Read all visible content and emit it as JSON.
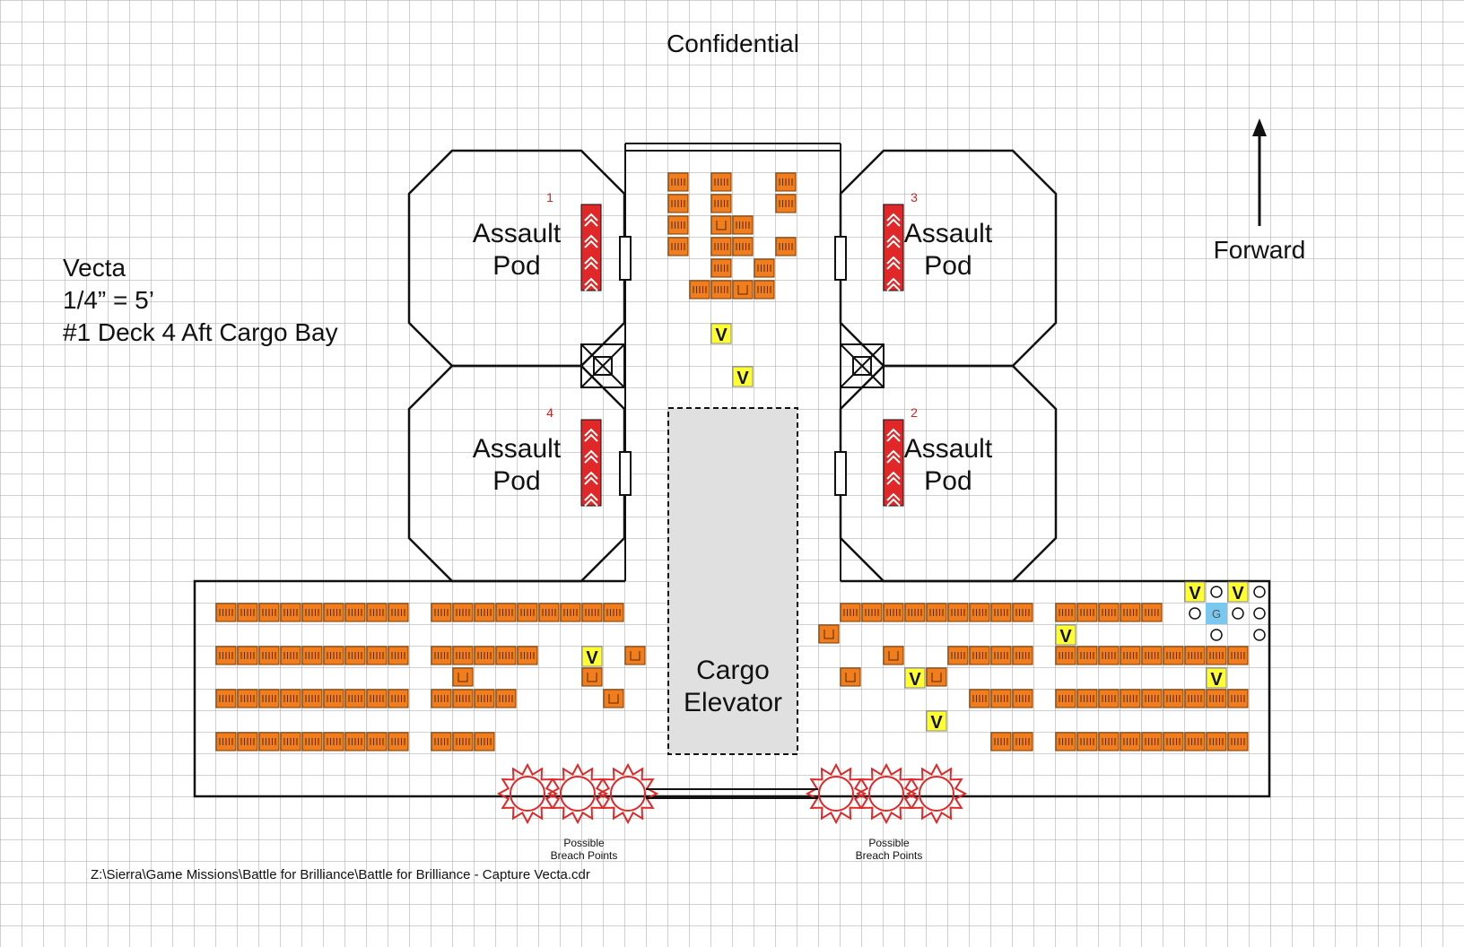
{
  "header": {
    "title": "Confidential"
  },
  "info": {
    "ship": "Vecta",
    "scale": "1/4” = 5’",
    "location": "#1 Deck 4 Aft Cargo Bay"
  },
  "compass": {
    "label": "Forward",
    "icon": "north-arrow-icon"
  },
  "pods": [
    {
      "number": "1",
      "line1": "Assault",
      "line2": "Pod"
    },
    {
      "number": "3",
      "line1": "Assault",
      "line2": "Pod"
    },
    {
      "number": "4",
      "line1": "Assault",
      "line2": "Pod"
    },
    {
      "number": "2",
      "line1": "Assault",
      "line2": "Pod"
    }
  ],
  "elevator": {
    "line1": "Cargo",
    "line2": "Elevator"
  },
  "breach": [
    {
      "line1": "Possible",
      "line2": "Breach Points"
    },
    {
      "line1": "Possible",
      "line2": "Breach Points"
    }
  ],
  "markers": {
    "vehicle": "V",
    "guard": "G"
  },
  "footer": {
    "path": "Z:\\Sierra\\Game Missions\\Battle for Brilliance\\Battle for Brilliance - Capture Vecta.cdr"
  },
  "colors": {
    "grid": "#a0a0a0",
    "crate": "#f07d1e",
    "vehicle": "#ffff32",
    "pod_seat": "#e02828",
    "elevator": "#e0e0e0",
    "guard": "#78c8f0",
    "breach": "#e02828"
  }
}
